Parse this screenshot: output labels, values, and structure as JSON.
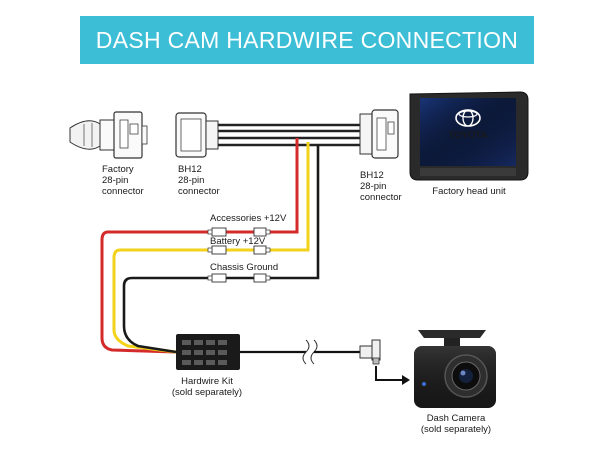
{
  "banner": {
    "title": "DASH CAM HARDWIRE CONNECTION"
  },
  "labels": {
    "factory_connector": [
      "Factory",
      "28-pin",
      "connector"
    ],
    "bh12_left": [
      "BH12",
      "28-pin",
      "connector"
    ],
    "bh12_right": [
      "BH12",
      "28-pin",
      "connector"
    ],
    "head_unit": "Factory head unit",
    "head_unit_brand": "TOYOTA",
    "accessories": "Accessories +12V",
    "battery": "Battery +12V",
    "chassis_ground": "Chassis Ground",
    "hardwire_kit": [
      "Hardwire Kit",
      "(sold separately)"
    ],
    "dash_camera": [
      "Dash Camera",
      "(sold separately)"
    ]
  },
  "colors": {
    "banner": "#3cbed6",
    "accessories_wire": "#d42a2a",
    "battery_wire": "#f2d21b",
    "ground_wire": "#1a1a1a",
    "harness_wire": "#222222"
  }
}
